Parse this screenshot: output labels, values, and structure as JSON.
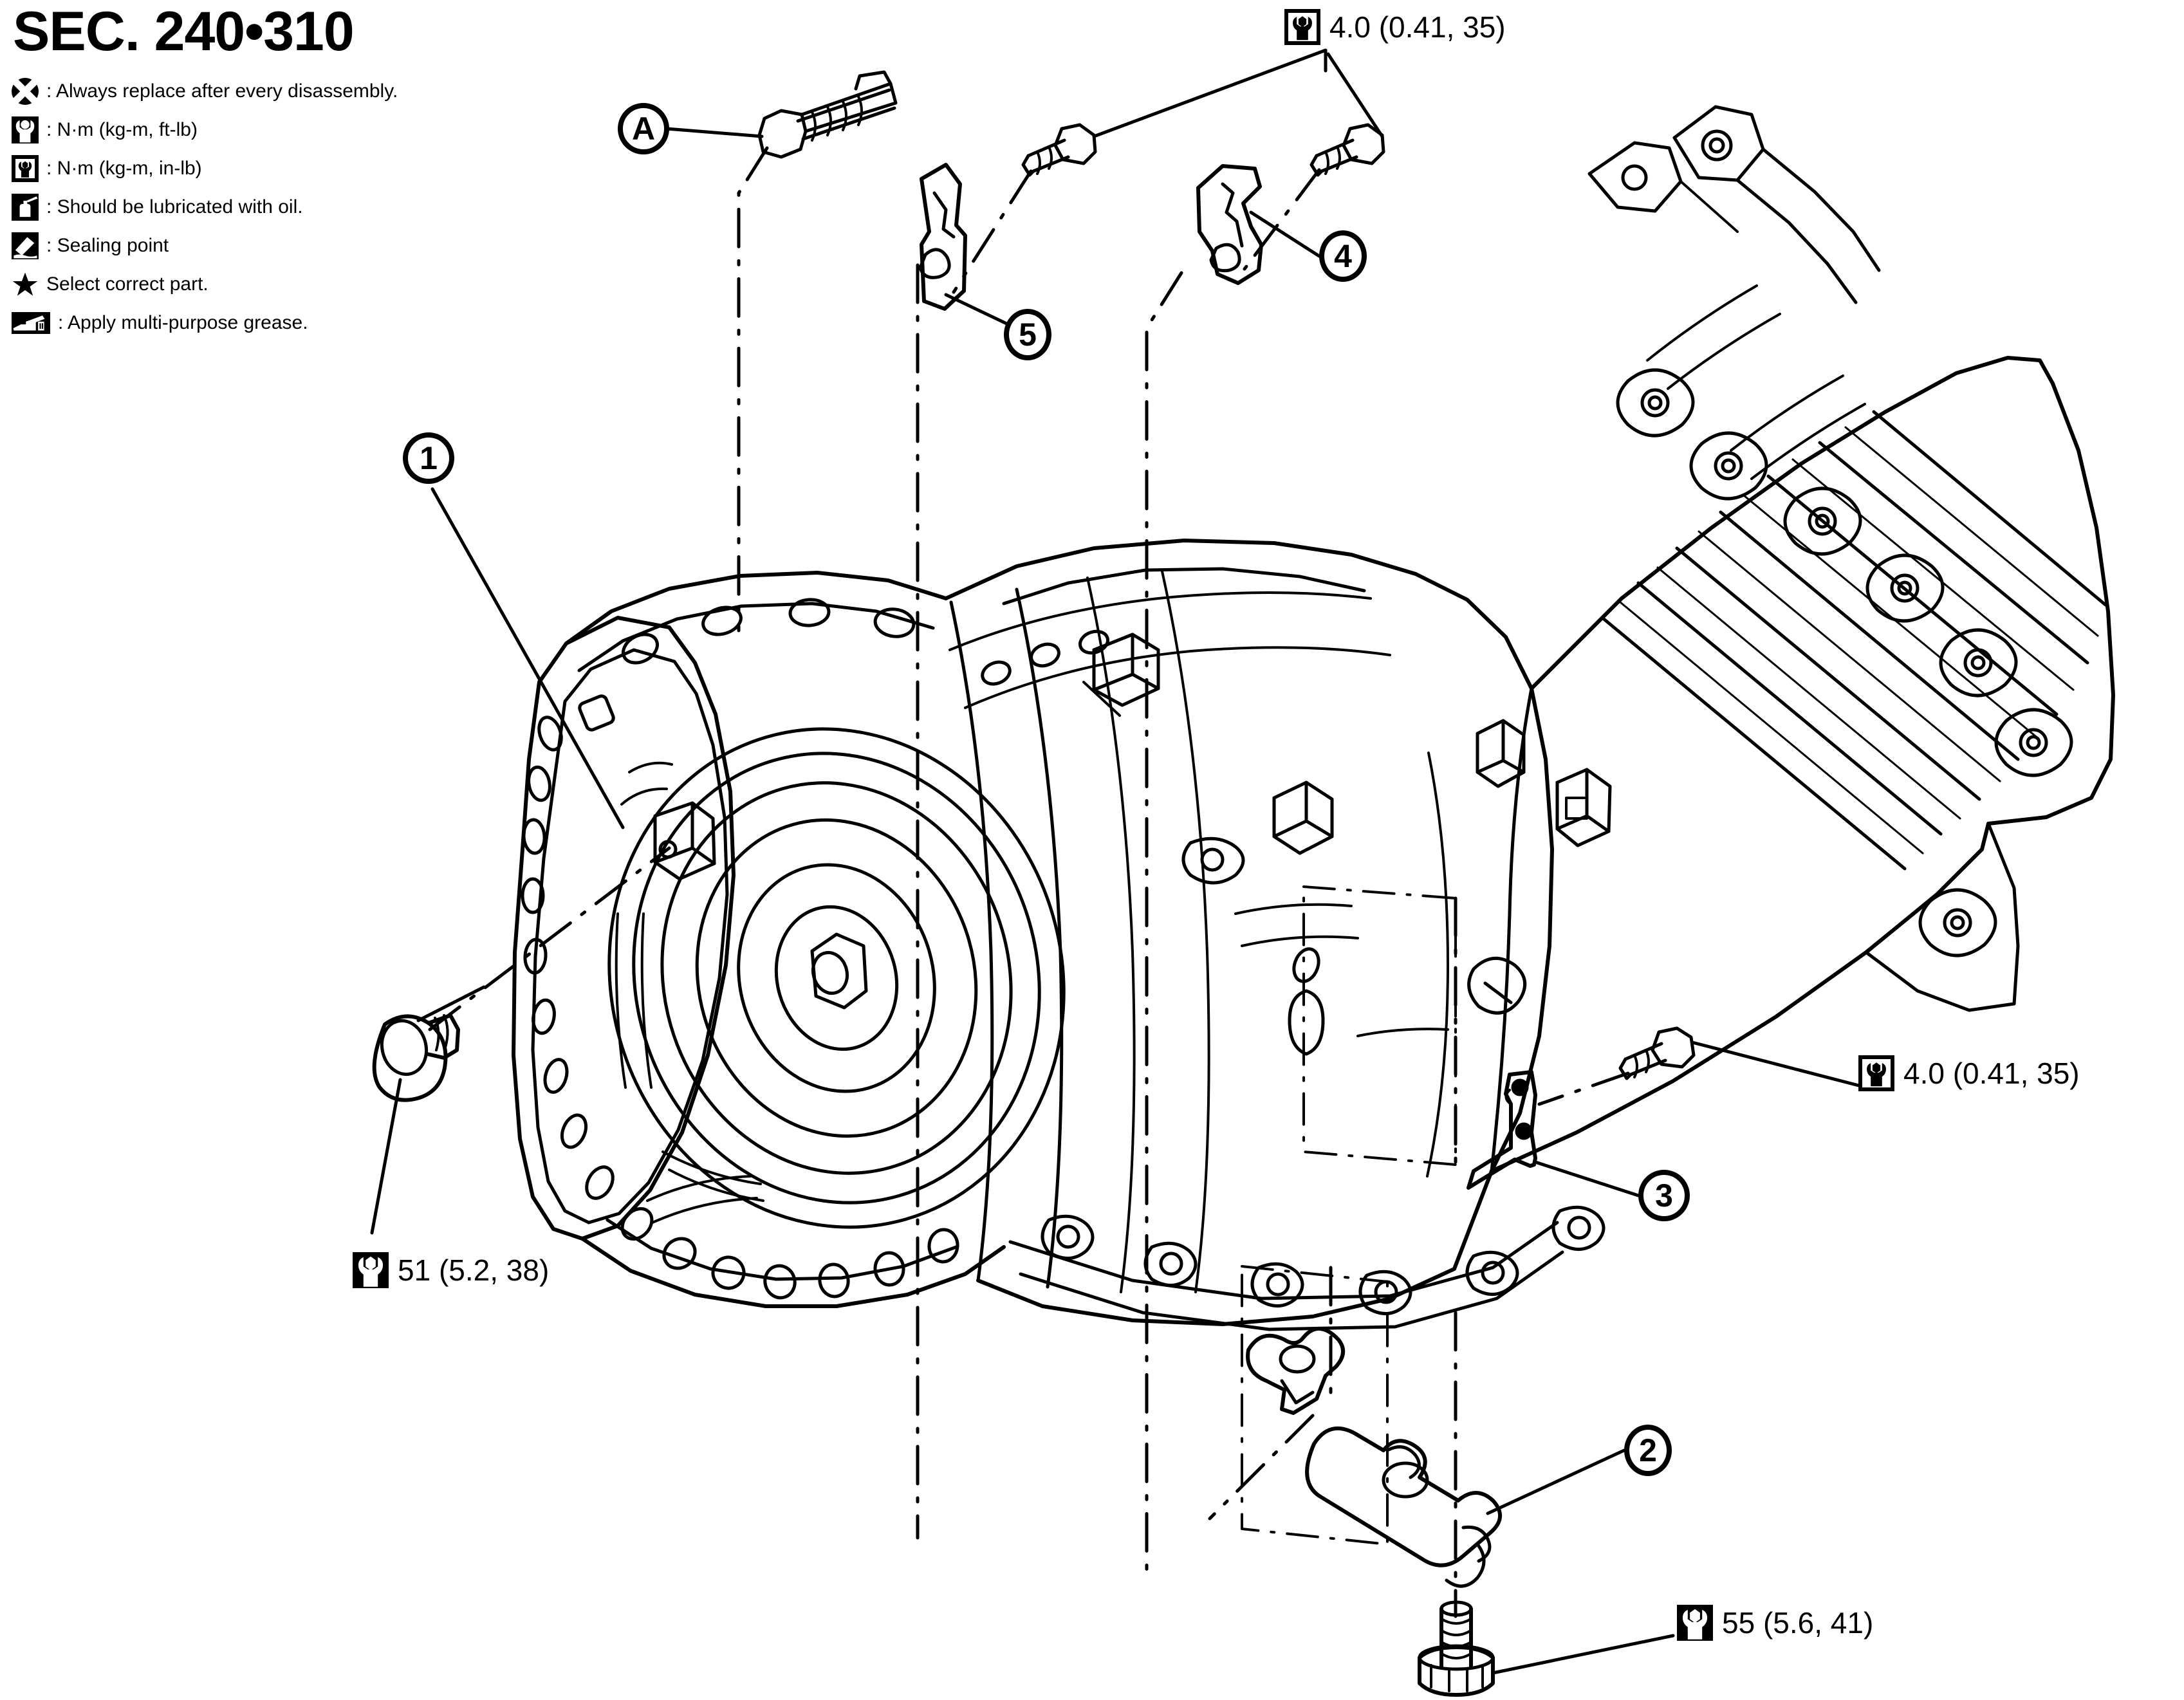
{
  "title": "SEC. 240•310",
  "legend": {
    "items": [
      {
        "icon": "replace-icon",
        "text": ": Always replace after every disassembly."
      },
      {
        "icon": "torque-ftlb-icon",
        "text": ": N·m (kg-m, ft-lb)"
      },
      {
        "icon": "torque-inlb-icon",
        "text": ": N·m (kg-m, in-lb)"
      },
      {
        "icon": "oil-can-icon",
        "text": ": Should be lubricated with oil."
      },
      {
        "icon": "sealant-icon",
        "text": ": Sealing point"
      },
      {
        "icon": "star-icon",
        "text": "Select correct part."
      },
      {
        "icon": "grease-gun-icon",
        "text": ": Apply multi-purpose grease."
      }
    ]
  },
  "torque_callouts": [
    {
      "id": "torque-top",
      "icon": "torque-inlb-icon",
      "value": "4.0 (0.41, 35)"
    },
    {
      "id": "torque-right",
      "icon": "torque-inlb-icon",
      "value": "4.0 (0.41, 35)"
    },
    {
      "id": "torque-left",
      "icon": "torque-ftlb-icon",
      "value": "51 (5.2, 38)"
    },
    {
      "id": "torque-bottom",
      "icon": "torque-ftlb-icon",
      "value": "55 (5.6, 41)"
    }
  ],
  "balloons": [
    {
      "id": "balloon-a",
      "label": "A"
    },
    {
      "id": "balloon-1",
      "label": "1"
    },
    {
      "id": "balloon-2",
      "label": "2"
    },
    {
      "id": "balloon-3",
      "label": "3"
    },
    {
      "id": "balloon-4",
      "label": "4"
    },
    {
      "id": "balloon-5",
      "label": "5"
    }
  ],
  "colors": {
    "ink": "#000000",
    "paper": "#ffffff"
  }
}
